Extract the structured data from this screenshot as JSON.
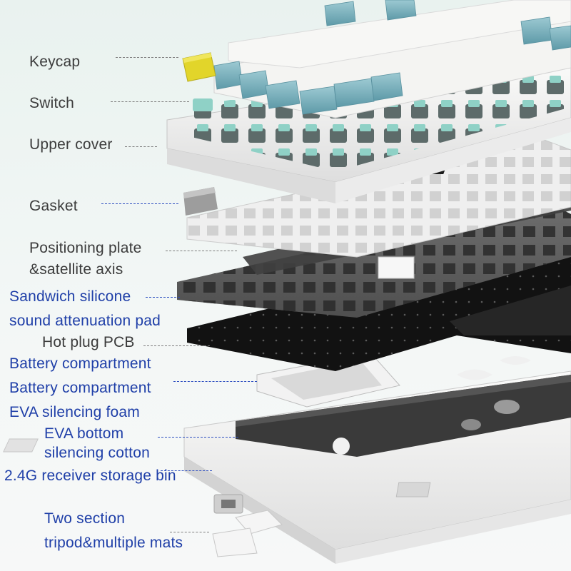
{
  "diagram": {
    "labels": [
      {
        "id": "keycap",
        "text": "Keycap"
      },
      {
        "id": "switch",
        "text": "Switch"
      },
      {
        "id": "upper-cover",
        "text": "Upper cover"
      },
      {
        "id": "gasket",
        "text": "Gasket"
      },
      {
        "id": "positioning-plate-1",
        "text": "Positioning plate"
      },
      {
        "id": "positioning-plate-2",
        "text": "&satellite axis"
      },
      {
        "id": "sandwich-silicone-1",
        "text": "Sandwich silicone"
      },
      {
        "id": "sandwich-silicone-2",
        "text": "sound attenuation pad"
      },
      {
        "id": "hot-plug-pcb",
        "text": "Hot plug PCB"
      },
      {
        "id": "battery-compartment-1",
        "text": "Battery compartment"
      },
      {
        "id": "battery-compartment-2",
        "text": "Battery compartment"
      },
      {
        "id": "eva-silencing-foam",
        "text": "EVA silencing foam"
      },
      {
        "id": "eva-bottom-1",
        "text": "EVA bottom"
      },
      {
        "id": "eva-bottom-2",
        "text": "silencing cotton"
      },
      {
        "id": "receiver-bin",
        "text": "2.4G receiver storage bin"
      },
      {
        "id": "tripod-1",
        "text": "Two section"
      },
      {
        "id": "tripod-2",
        "text": "tripod&multiple mats"
      }
    ],
    "colors": {
      "label_grey": "#3b3b3b",
      "label_blue": "#1f3fa8",
      "keycap_white": "#f4f4f2",
      "keycap_teal": "#7fb6c2",
      "keycap_yellow": "#e3d62a",
      "plate_dark": "#2b2b2b",
      "pcb_black": "#151515"
    }
  }
}
